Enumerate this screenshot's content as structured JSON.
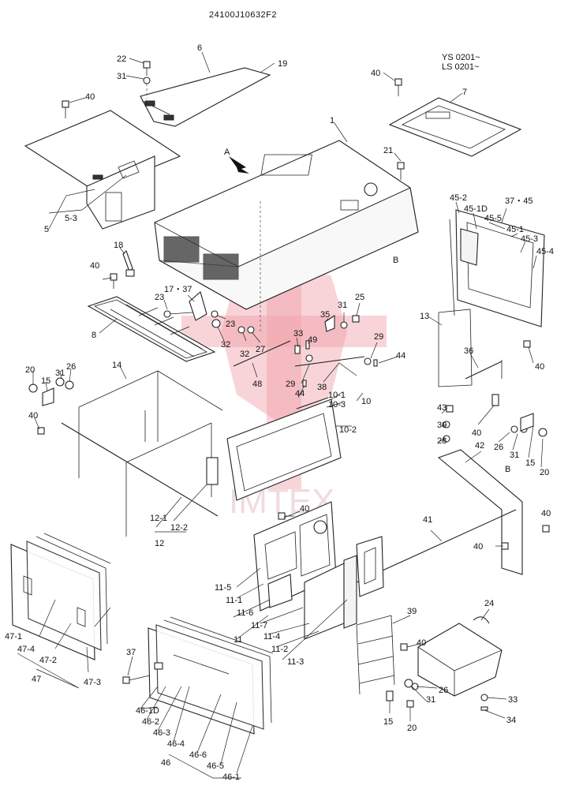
{
  "drawing_no": "24100J10632F2",
  "serial_note": [
    "YS 0201~",
    "LS 0201~"
  ],
  "view_arrow_label": "A",
  "section_labels": [
    "B",
    "B"
  ],
  "watermark_text": "IMTEX",
  "callouts": {
    "c1": "1",
    "c5": "5",
    "c5_3": "5-3",
    "c6": "6",
    "c7": "7",
    "c8": "8",
    "c10": "10",
    "c10_1": "10-1",
    "c10_2": "10-2",
    "c10_3": "10-3",
    "c11": "11",
    "c11_1": "11-1",
    "c11_2": "11-2",
    "c11_3": "11-3",
    "c11_4": "11-4",
    "c11_5": "11-5",
    "c11_6": "11-6",
    "c11_7": "11-7",
    "c12": "12",
    "c12_1": "12-1",
    "c12_2": "12-2",
    "c13": "13",
    "c14": "14",
    "c15a": "15",
    "c15b": "15",
    "c15c": "15",
    "c17_37": "17・37",
    "c18": "18",
    "c19": "19",
    "c20a": "20",
    "c20b": "20",
    "c20c": "20",
    "c21": "21",
    "c22": "22",
    "c23a": "23",
    "c23b": "23",
    "c24": "24",
    "c25": "25",
    "c26a": "26",
    "c26b": "26",
    "c26c": "26",
    "c27": "27",
    "c28": "28",
    "c29a": "29",
    "c29b": "29",
    "c30": "30",
    "c31a": "31",
    "c31b": "31",
    "c31c": "31",
    "c31d": "31",
    "c31e": "31",
    "c32a": "32",
    "c32b": "32",
    "c33a": "33",
    "c33b": "33",
    "c34": "34",
    "c35": "35",
    "c36": "36",
    "c37": "37",
    "c38": "38",
    "c39": "39",
    "c40a": "40",
    "c40b": "40",
    "c40c": "40",
    "c40d": "40",
    "c40e": "40",
    "c40f": "40",
    "c40g": "40",
    "c40h": "40",
    "c40i": "40",
    "c40j": "40",
    "c41": "41",
    "c42": "42",
    "c43": "43",
    "c44a": "44",
    "c44b": "44",
    "c45_1": "45-1",
    "c45_2": "45-2",
    "c45_3": "45-3",
    "c45_4": "45-4",
    "c45_5": "45-5",
    "c45_10": "45-1D",
    "c37_45": "37・45",
    "c46": "46",
    "c46_1": "46-1",
    "c46_2": "46-2",
    "c46_3": "46-3",
    "c46_4": "46-4",
    "c46_5": "46-5",
    "c46_6": "46-6",
    "c46_10": "46-1D",
    "c47": "47",
    "c47_1": "47-1",
    "c47_2": "47-2",
    "c47_3": "47-3",
    "c47_4": "47-4",
    "c48": "48",
    "c49": "49"
  },
  "colors": {
    "line": "#222222",
    "watermark": "#f0a0a8"
  }
}
